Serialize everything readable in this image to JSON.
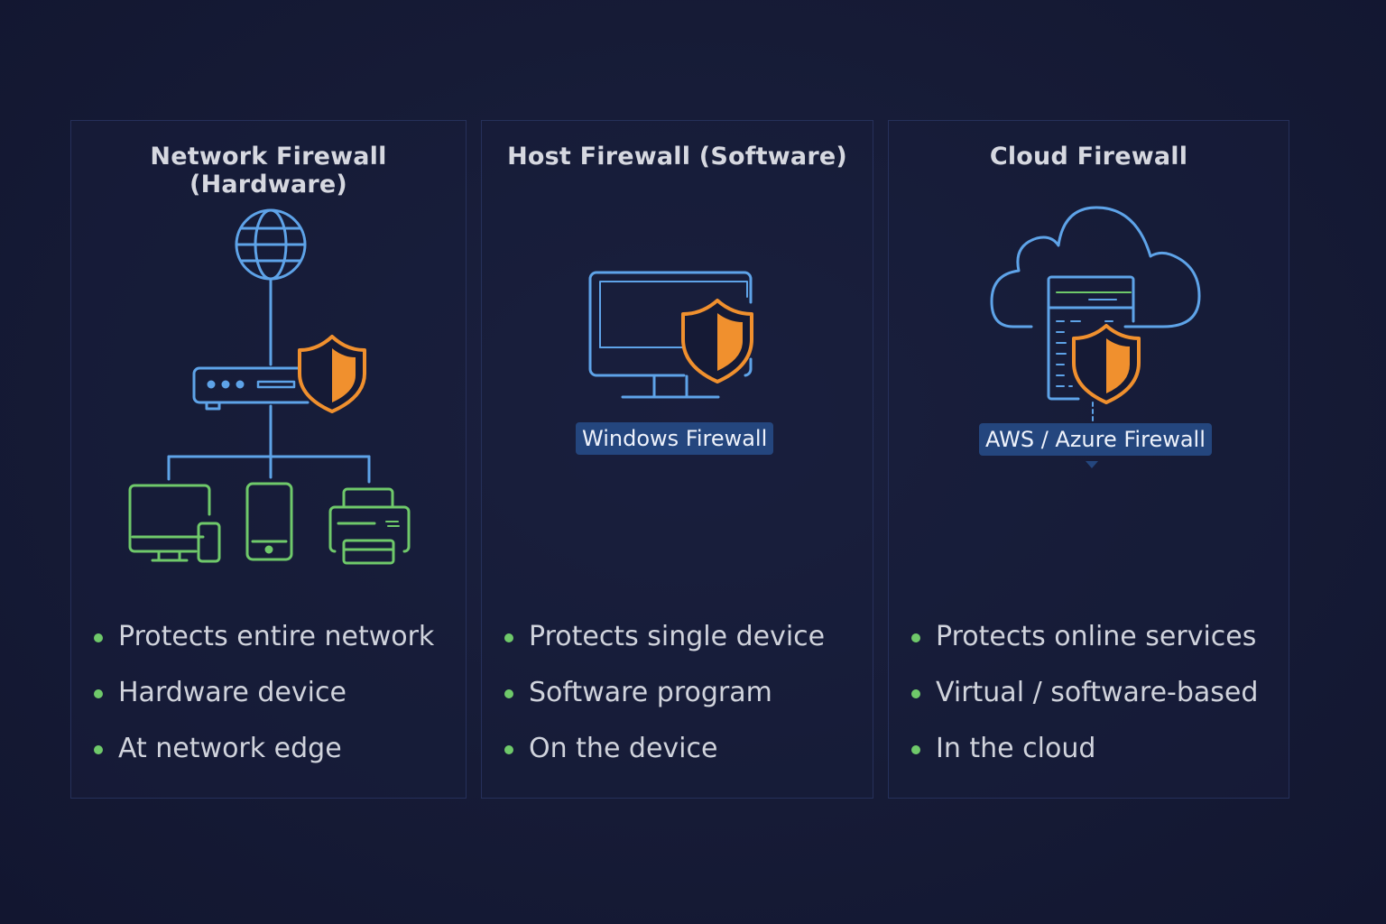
{
  "colors": {
    "background": "#161b36",
    "panel_border": "#26305a",
    "network_blue": "#5ea3e8",
    "device_green": "#6fc96a",
    "shield_orange": "#f0902e",
    "badge_bg": "#24467e",
    "title_text": "#d6d8e0"
  },
  "panels": [
    {
      "title": "Network Firewall (Hardware)",
      "icons": [
        "globe-icon",
        "router-icon",
        "shield-icon",
        "desktop-icon",
        "phone-icon",
        "tablet-icon",
        "printer-icon"
      ],
      "bullets": [
        "Protects entire network",
        "Hardware device",
        "At network edge"
      ]
    },
    {
      "title": "Host Firewall (Software)",
      "icons": [
        "monitor-icon",
        "shield-icon"
      ],
      "badge": "Windows Firewall",
      "bullets": [
        "Protects single device",
        "Software program",
        "On the device"
      ]
    },
    {
      "title": "Cloud Firewall",
      "icons": [
        "cloud-icon",
        "server-icon",
        "shield-icon"
      ],
      "badge": "AWS / Azure Firewall",
      "bullets": [
        "Protects online services",
        "Virtual / software-based",
        "In the cloud"
      ]
    }
  ]
}
